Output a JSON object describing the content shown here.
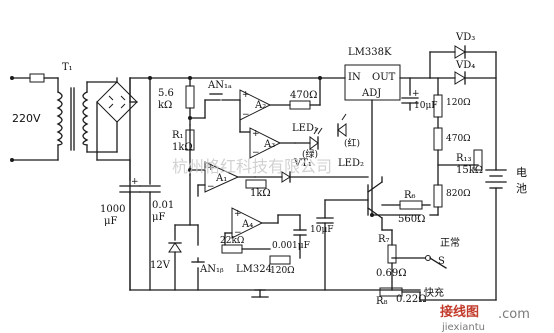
{
  "labels": {
    "ac_input": "220V",
    "transformer": "T₁",
    "regulator": "LM338K",
    "reg_in": "IN",
    "reg_out": "OUT",
    "reg_adj": "ADJ",
    "c_main": "1000",
    "c_main_unit": "μF",
    "c_small": "0.01",
    "c_small_unit": "μF",
    "r_5k6": "5.6",
    "r_5k6_unit": "kΩ",
    "an1a": "AN₁ₐ",
    "an1b": "AN₁ᵦ",
    "r1": "R₁",
    "r1_val": "1kΩ",
    "a1": "A₁",
    "a2": "A₂",
    "a3": "A₃",
    "a4": "A₄",
    "r_470": "470Ω",
    "r_1k": "1kΩ",
    "led1": "LED₁",
    "led1_color": "(绿)",
    "led2": "LED₂",
    "led2_color": "(红)",
    "vt1": "VT₁",
    "zener": "12V",
    "r_22k": "22kΩ",
    "c_0001": "0.001μF",
    "r_120b": "120Ω",
    "opamp_chip": "LM324",
    "c_10u_a": "10μF",
    "c_10u_b": "10μF",
    "r_120": "120Ω",
    "r_470b": "470Ω",
    "r13": "R₁₃",
    "r13_val": "15kΩ",
    "r_820": "820Ω",
    "r6": "R₆",
    "r6_val": "560Ω",
    "r7": "R₇",
    "r7_val": "0.69Ω",
    "r8": "R₈",
    "r8_val": "0.22Ω",
    "sw": "S",
    "mode_normal": "正常",
    "mode_fast": "快充",
    "vd3": "VD₃",
    "vd4": "VD₄",
    "battery": "电\n池",
    "battery_top": "电",
    "battery_bottom": "池"
  },
  "watermark": {
    "center": "杭州格红科技有限公司",
    "brand": "接线图",
    "site": "jiexiantu",
    "com": ".com"
  }
}
